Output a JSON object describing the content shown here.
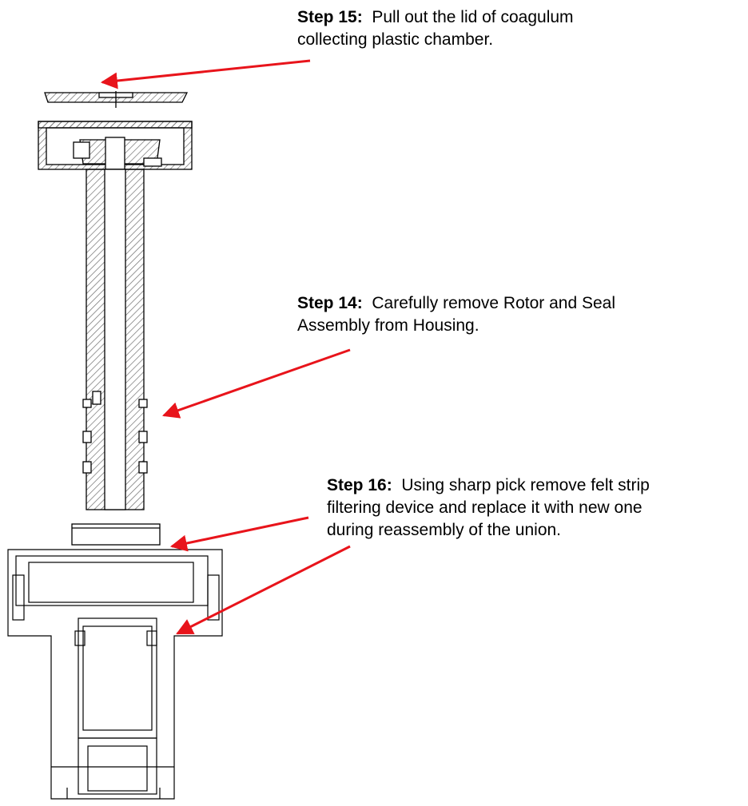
{
  "steps": [
    {
      "id": "step15",
      "label": "Step 15:",
      "text": "Pull out the lid of coagulum",
      "text2": "collecting plastic chamber."
    },
    {
      "id": "step14",
      "label": "Step 14:",
      "text": "Carefully remove Rotor and Seal",
      "text2": "Assembly from Housing."
    },
    {
      "id": "step16",
      "label": "Step 16:",
      "text": "Using sharp pick remove felt strip",
      "text2": "filtering device and replace it with new one",
      "text3": "during reassembly of the union."
    }
  ],
  "colors": {
    "arrow": "#e8141b",
    "line": "#000000",
    "hatch": "#6f6f6f"
  }
}
